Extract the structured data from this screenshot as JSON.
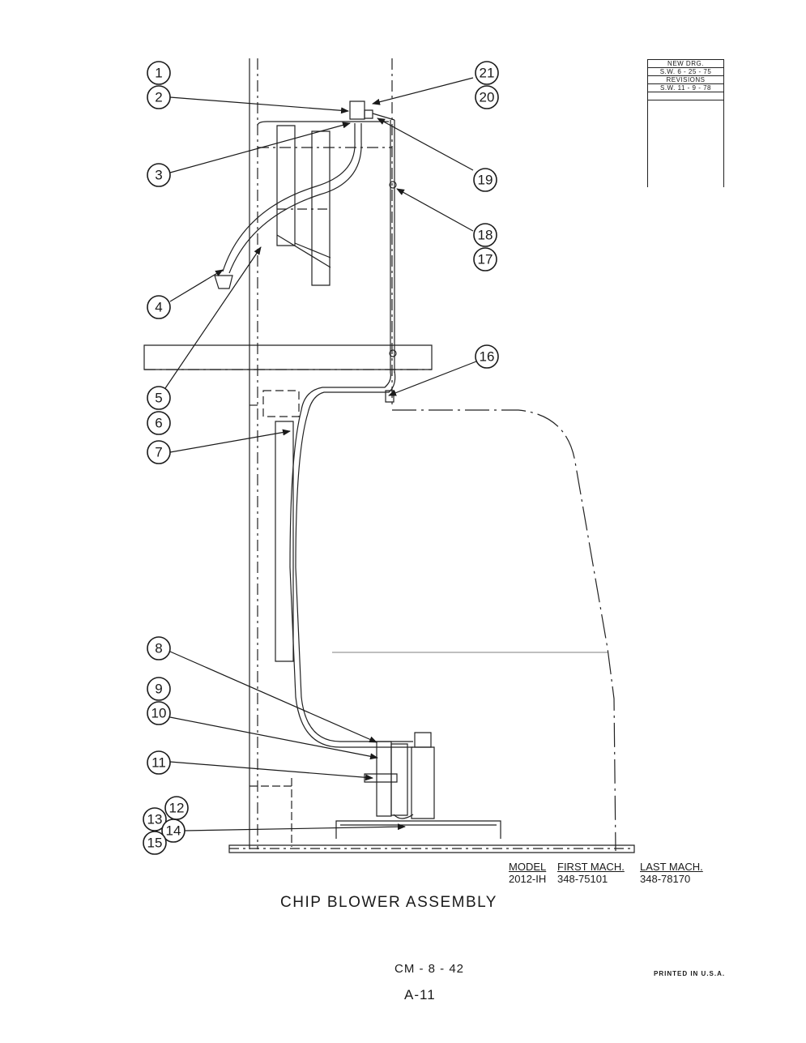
{
  "revision_block": {
    "new_drg_label": "NEW DRG.",
    "new_drg_date": "S.W. 6 - 25 - 75",
    "revisions_label": "REVISIONS",
    "revision_date": "S.W. 11 - 9 - 78"
  },
  "callouts": [
    "1",
    "2",
    "3",
    "4",
    "5",
    "6",
    "7",
    "8",
    "9",
    "10",
    "11",
    "12",
    "13",
    "14",
    "15",
    "16",
    "17",
    "18",
    "19",
    "20",
    "21"
  ],
  "model_table": {
    "headers": [
      "MODEL",
      "FIRST MACH.",
      "LAST MACH."
    ],
    "row": [
      "2012-IH",
      "348-75101",
      "348-78170"
    ]
  },
  "title": "CHIP BLOWER ASSEMBLY",
  "page_code": "CM - 8 - 42",
  "page_number": "A-11",
  "printed_in": "PRINTED IN U.S.A."
}
